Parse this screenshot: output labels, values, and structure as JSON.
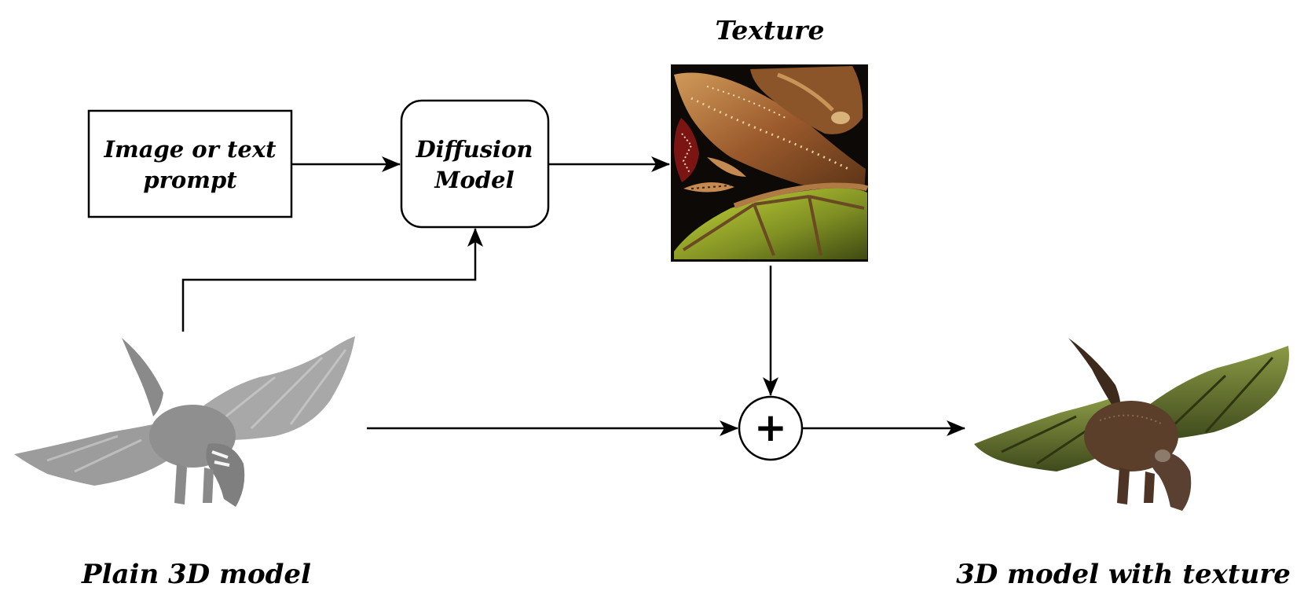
{
  "nodes": {
    "prompt": {
      "line1": "Image or text",
      "line2": "prompt"
    },
    "diffusion": {
      "line1": "Diffusion",
      "line2": "Model"
    },
    "texture": {
      "label": "Texture"
    },
    "combine": {
      "symbol": "+"
    }
  },
  "labels": {
    "plain_model": "Plain 3D model",
    "textured_model": "3D model with texture"
  },
  "colors": {
    "stroke": "#000000",
    "plain_gray": "#8e8e8e",
    "texture_bg": "#0d0906",
    "skin_brown": "#6a4630",
    "wing_green": "#6f7e32"
  }
}
